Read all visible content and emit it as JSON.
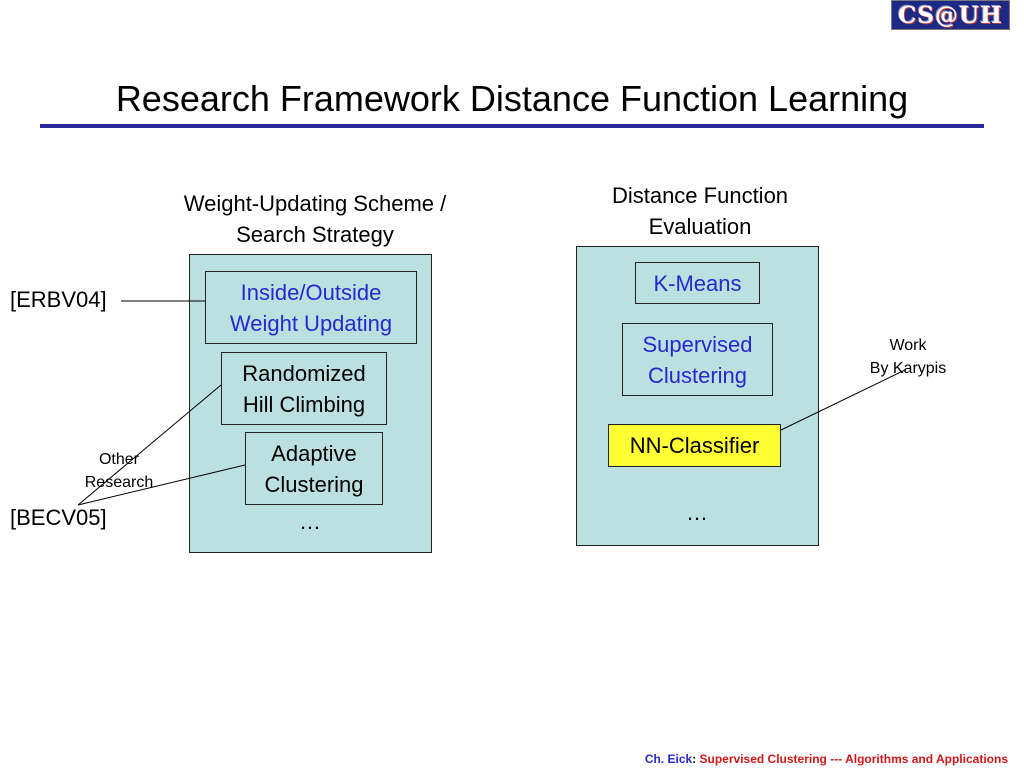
{
  "logo": {
    "text": "CS@UH"
  },
  "slide": {
    "title": "Research Framework Distance Function Learning"
  },
  "left": {
    "heading_line1": "Weight-Updating Scheme /",
    "heading_line2": "Search Strategy",
    "items": [
      {
        "line1": "Inside/Outside",
        "line2": "Weight Updating"
      },
      {
        "line1": "Randomized",
        "line2": "Hill Climbing"
      },
      {
        "line1": "Adaptive",
        "line2": "Clustering"
      }
    ],
    "ellipsis": "…"
  },
  "right": {
    "heading_line1": "Distance Function",
    "heading_line2": "Evaluation",
    "items": [
      {
        "line1": "K-Means"
      },
      {
        "line1": "Supervised",
        "line2": "Clustering"
      },
      {
        "line1": "NN-Classifier"
      }
    ],
    "ellipsis": "…"
  },
  "labels": {
    "erbv04": "[ERBV04]",
    "becv05": "[BECV05]",
    "other_line1": "Other",
    "other_line2": "Research",
    "work_line1": "Work",
    "work_line2": "By Karypis"
  },
  "footer": {
    "author": "Ch. Eick",
    "sep": ": ",
    "title": "Supervised Clustering --- Algorithms and Applications"
  },
  "colors": {
    "panel": "#bcdfe0",
    "highlight": "#ffff33",
    "accent_blue": "#2828d0",
    "rule": "#2a2a9a",
    "footer_red": "#d01818"
  }
}
